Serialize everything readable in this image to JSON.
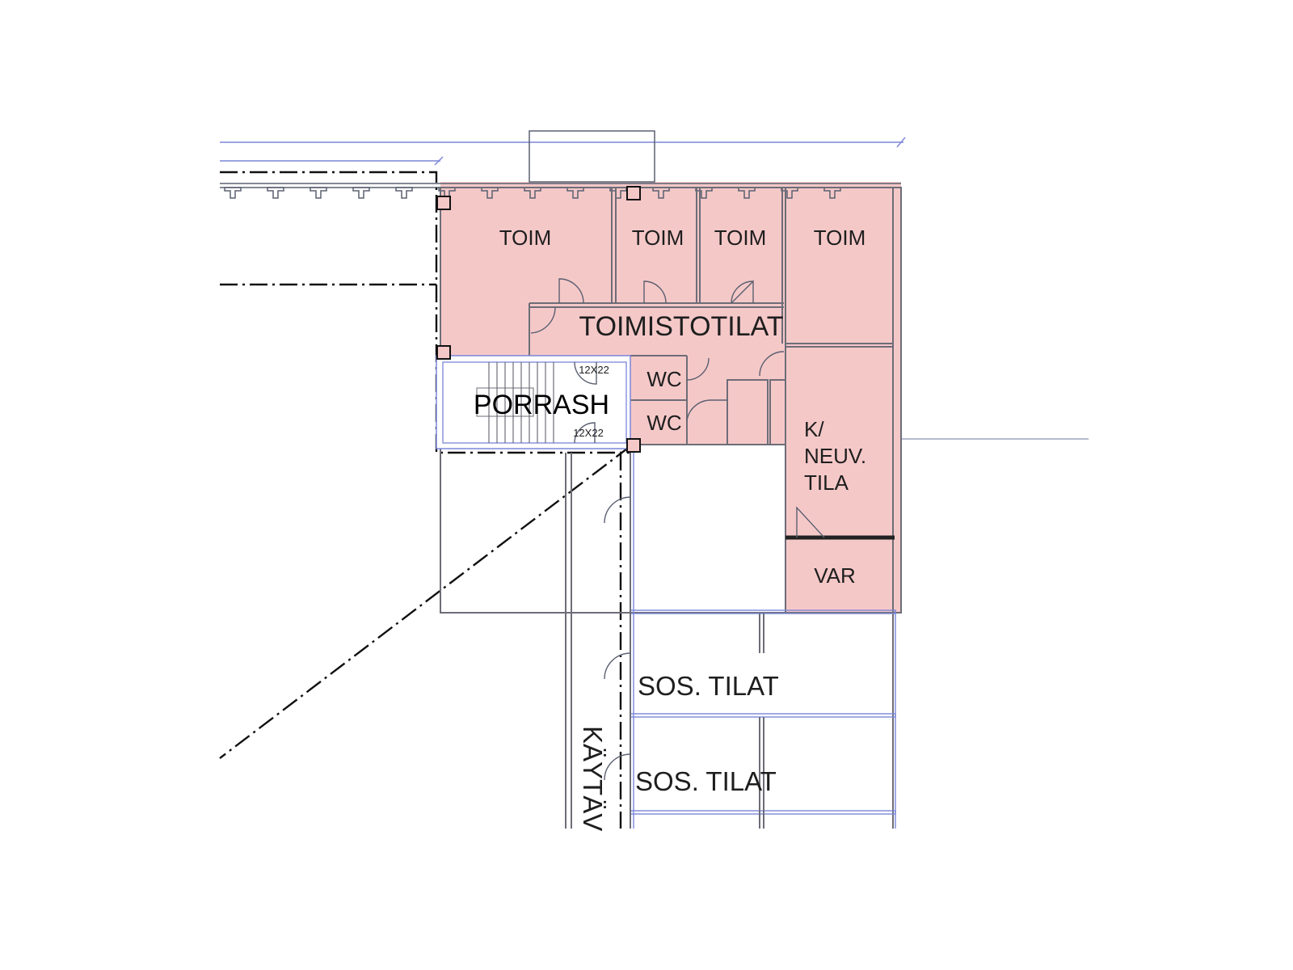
{
  "colors": {
    "office_fill": "#f5c8c8",
    "wall": "#6d6d78",
    "grid_line": "#7b86d8",
    "boundary": "#111111"
  },
  "rooms": {
    "toim_1": "TOIM",
    "toim_2": "TOIM",
    "toim_3": "TOIM",
    "toim_4": "TOIM",
    "toimistotilat": "TOIMISTOTILAT",
    "porrash": "PORRASH",
    "door_size_top": "12X22",
    "door_size_bottom": "12X22",
    "wc_1": "WC",
    "wc_2": "WC",
    "k_neuv_line1": "K/",
    "k_neuv_line2": "NEUV.",
    "k_neuv_line3": "TILA",
    "var": "VAR",
    "sos_tilat_1": "SOS. TILAT",
    "sos_tilat_2": "SOS. TILAT",
    "kaytava": "KÄYTÄV"
  }
}
